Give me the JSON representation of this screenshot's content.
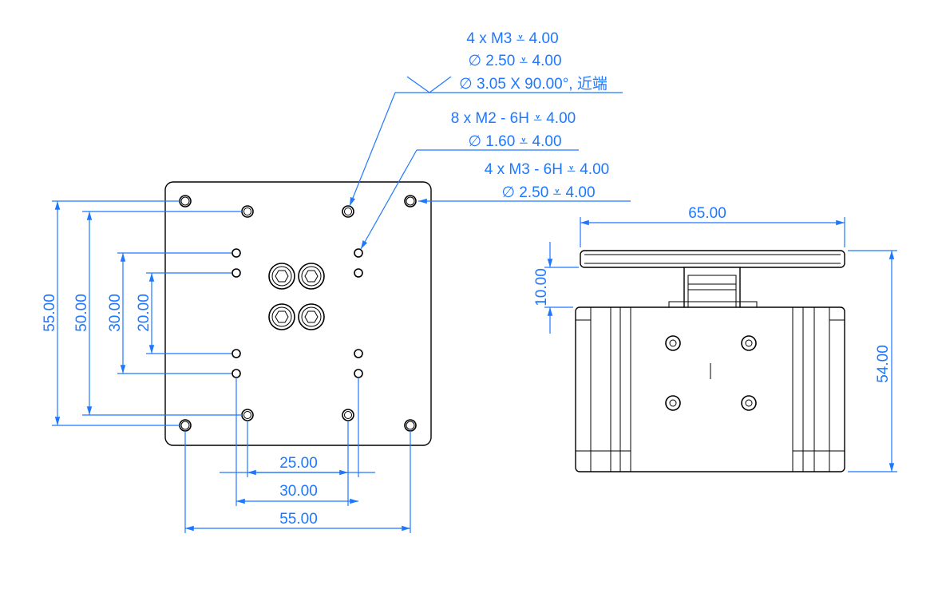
{
  "colors": {
    "dimension": "#1e78ff",
    "outline": "#000000",
    "background": "#ffffff"
  },
  "callouts": {
    "m3_line1": "4 x  M3  ⩡ 4.00",
    "m3_line2": "∅ 2.50 ⩡ 4.00",
    "m3_line3": "∅ 3.05 X 90.00°, 近端",
    "m2_line1": "8 x  M2 - 6H ⩡ 4.00",
    "m2_line2": "∅ 1.60 ⩡ 4.00",
    "m36h_line1": "4 x  M3 - 6H ⩡ 4.00",
    "m36h_line2": "∅ 2.50 ⩡ 4.00"
  },
  "front_view_dims": {
    "height_outer": "55.00",
    "height_50": "50.00",
    "height_30": "30.00",
    "height_20": "20.00",
    "width_25": "25.00",
    "width_30": "30.00",
    "width_55": "55.00"
  },
  "side_view_dims": {
    "width_65": "65.00",
    "height_10": "10.00",
    "height_54": "54.00"
  }
}
